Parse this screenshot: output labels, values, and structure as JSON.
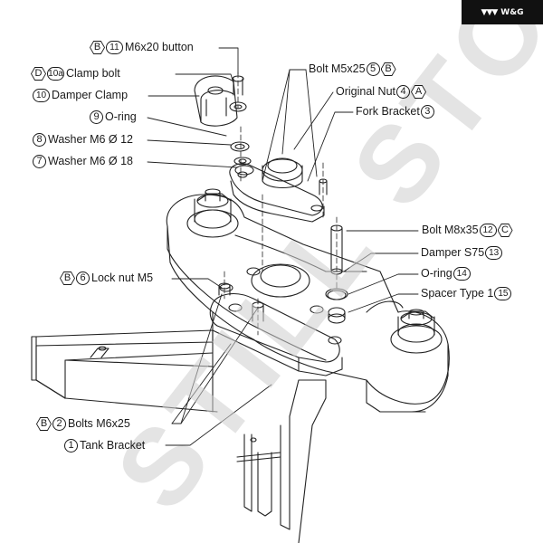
{
  "brand": {
    "mark": "▼▼▼",
    "name": "W&G"
  },
  "watermark": "STILL STORE",
  "callouts": {
    "c1": {
      "hex": "B",
      "num": "11",
      "text": "M6x20 button"
    },
    "c2": {
      "hex": "D",
      "num": "10a",
      "text": "Clamp bolt"
    },
    "c3": {
      "num": "10",
      "text": "Damper Clamp"
    },
    "c4": {
      "num": "9",
      "text": "O-ring"
    },
    "c5": {
      "num": "8",
      "text": "Washer M6 Ø 12"
    },
    "c6": {
      "num": "7",
      "text": "Washer M6 Ø 18"
    },
    "c7": {
      "text": "Bolt M5x25",
      "num": "5",
      "hex": "B"
    },
    "c8": {
      "text": "Original Nut",
      "num": "4",
      "hex": "A"
    },
    "c9": {
      "text": "Fork Bracket",
      "num": "3"
    },
    "c10": {
      "text": "Bolt M8x35",
      "num": "12",
      "hex": "C"
    },
    "c11": {
      "text": "Damper S75",
      "num": "13"
    },
    "c12": {
      "text": "O-ring",
      "num": "14"
    },
    "c13": {
      "text": "Spacer Type 1",
      "num": "15"
    },
    "c14": {
      "hex": "B",
      "num": "6",
      "text": "Lock nut M5"
    },
    "c15": {
      "hex": "B",
      "num": "2",
      "text": "Bolts M6x25"
    },
    "c16": {
      "num": "1",
      "text": "Tank Bracket"
    }
  }
}
